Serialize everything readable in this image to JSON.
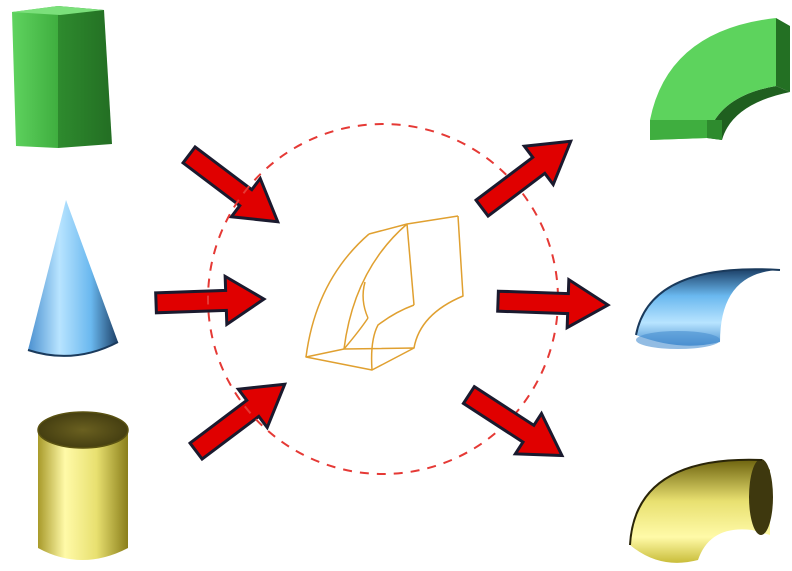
{
  "diagram": {
    "inputs": [
      {
        "shape": "box",
        "color": "#4caf50"
      },
      {
        "shape": "cone",
        "color": "#6ab8ef"
      },
      {
        "shape": "cylinder",
        "color": "#e8e070"
      }
    ],
    "center": {
      "shape": "bent-box-wireframe",
      "stroke": "#e0a030",
      "ring_color": "#e53935",
      "ring_style": "dashed"
    },
    "outputs": [
      {
        "shape": "bent-box",
        "color": "#4caf50"
      },
      {
        "shape": "bent-cone",
        "color": "#6ab8ef"
      },
      {
        "shape": "bent-cylinder",
        "color": "#e8e070"
      }
    ],
    "arrow_color": "#e00000",
    "arrow_outline": "#1a1a2e"
  }
}
